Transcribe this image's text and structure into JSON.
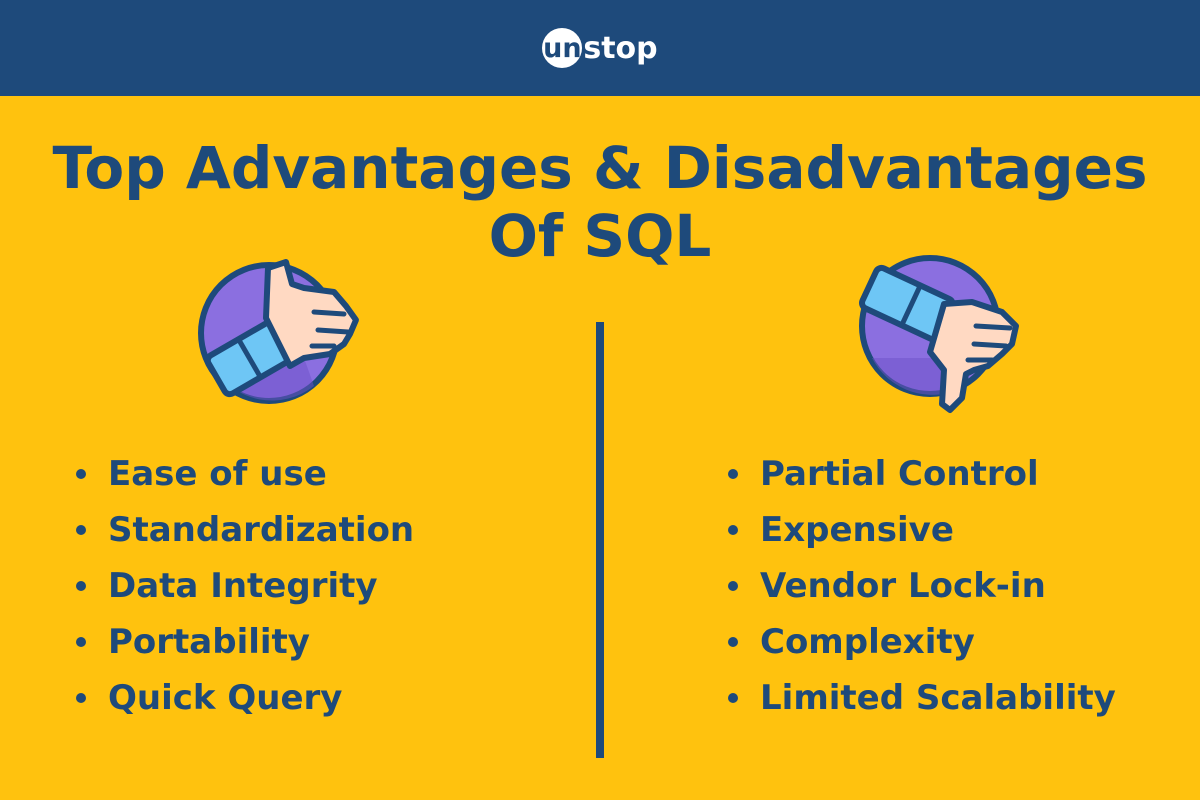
{
  "header": {
    "logo_circle_text": "un",
    "logo_rest_text": "stop"
  },
  "title": {
    "line1": "Top Advantages & Disadvantages",
    "line2": "Of SQL"
  },
  "advantages": {
    "icon": "thumbs-up-icon",
    "items": [
      "Ease of use",
      "Standardization",
      "Data Integrity",
      "Portability",
      "Quick Query"
    ]
  },
  "disadvantages": {
    "icon": "thumbs-down-icon",
    "items": [
      "Partial Control",
      "Expensive",
      "Vendor Lock-in",
      "Complexity",
      "Limited Scalability"
    ]
  },
  "colors": {
    "background": "#FFC20E",
    "navy": "#1E4A7B",
    "purple": "#8B6FE0",
    "sleeve": "#6EC6F5",
    "skin": "#FFD9C2"
  }
}
